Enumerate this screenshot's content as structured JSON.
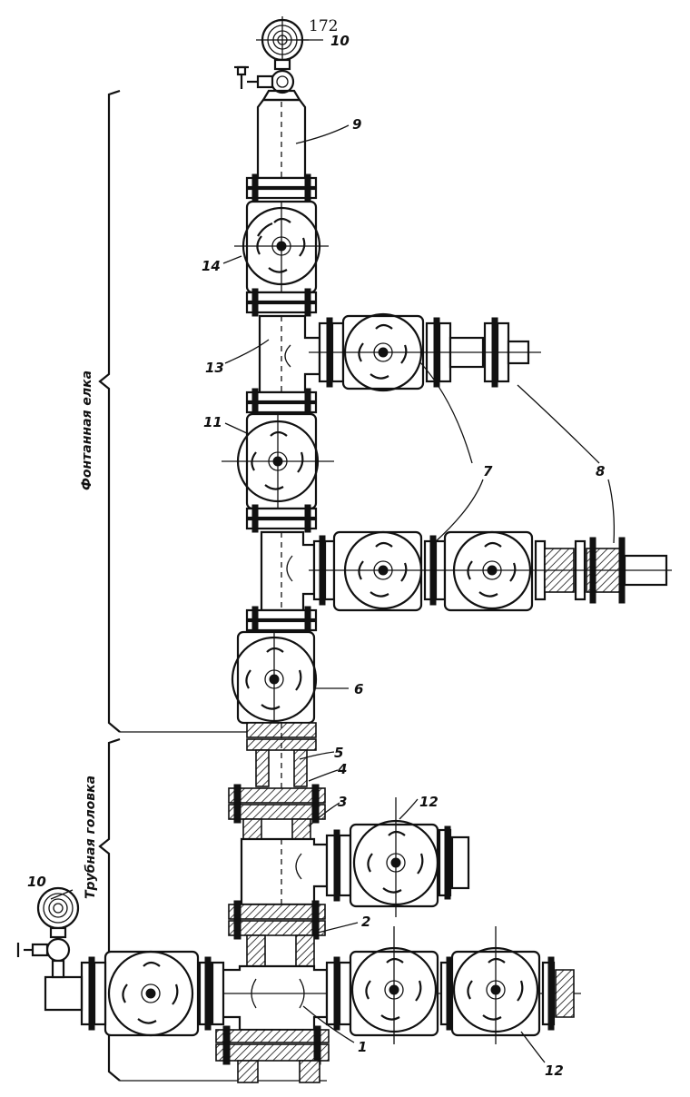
{
  "page_number": "172",
  "side_labels": {
    "upper": "Фонтанная елка",
    "lower": "Трубная головка"
  },
  "callouts": [
    {
      "id": "c10a",
      "text": "10"
    },
    {
      "id": "c9",
      "text": "9"
    },
    {
      "id": "c14",
      "text": "14"
    },
    {
      "id": "c13",
      "text": "13"
    },
    {
      "id": "c11",
      "text": "11"
    },
    {
      "id": "c7",
      "text": "7"
    },
    {
      "id": "c8",
      "text": "8"
    },
    {
      "id": "c6",
      "text": "6"
    },
    {
      "id": "c5",
      "text": "5"
    },
    {
      "id": "c4",
      "text": "4"
    },
    {
      "id": "c3",
      "text": "3"
    },
    {
      "id": "c12a",
      "text": "12"
    },
    {
      "id": "c10b",
      "text": "10"
    },
    {
      "id": "c2",
      "text": "2"
    },
    {
      "id": "c1",
      "text": "1"
    },
    {
      "id": "c12b",
      "text": "12"
    }
  ]
}
